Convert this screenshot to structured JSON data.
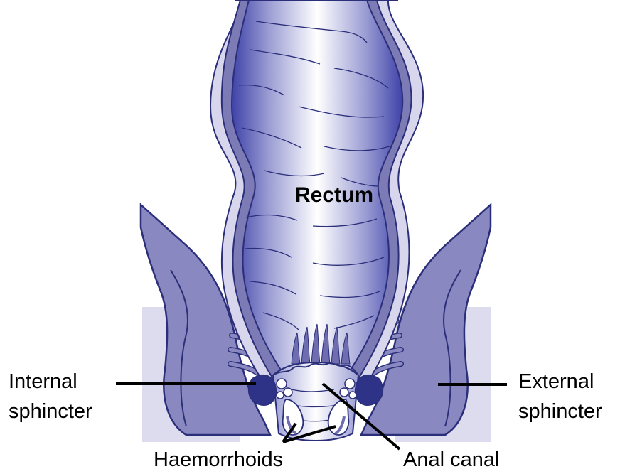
{
  "diagram": {
    "labels": {
      "rectum": "Rectum",
      "internal_line1": "Internal",
      "internal_line2": "sphincter",
      "external_line1": "External",
      "external_line2": "sphincter",
      "haemorrhoids": "Haemorrhoids",
      "anal_canal": "Anal canal"
    },
    "colors": {
      "outline": "#2b2f7a",
      "dark_fill": "#7d7bb5",
      "light_fill": "#c8c6e0",
      "pale_fill": "#dddbee",
      "lumen_light": "#ffffff",
      "lumen_dark": "#4a4cb0"
    }
  }
}
